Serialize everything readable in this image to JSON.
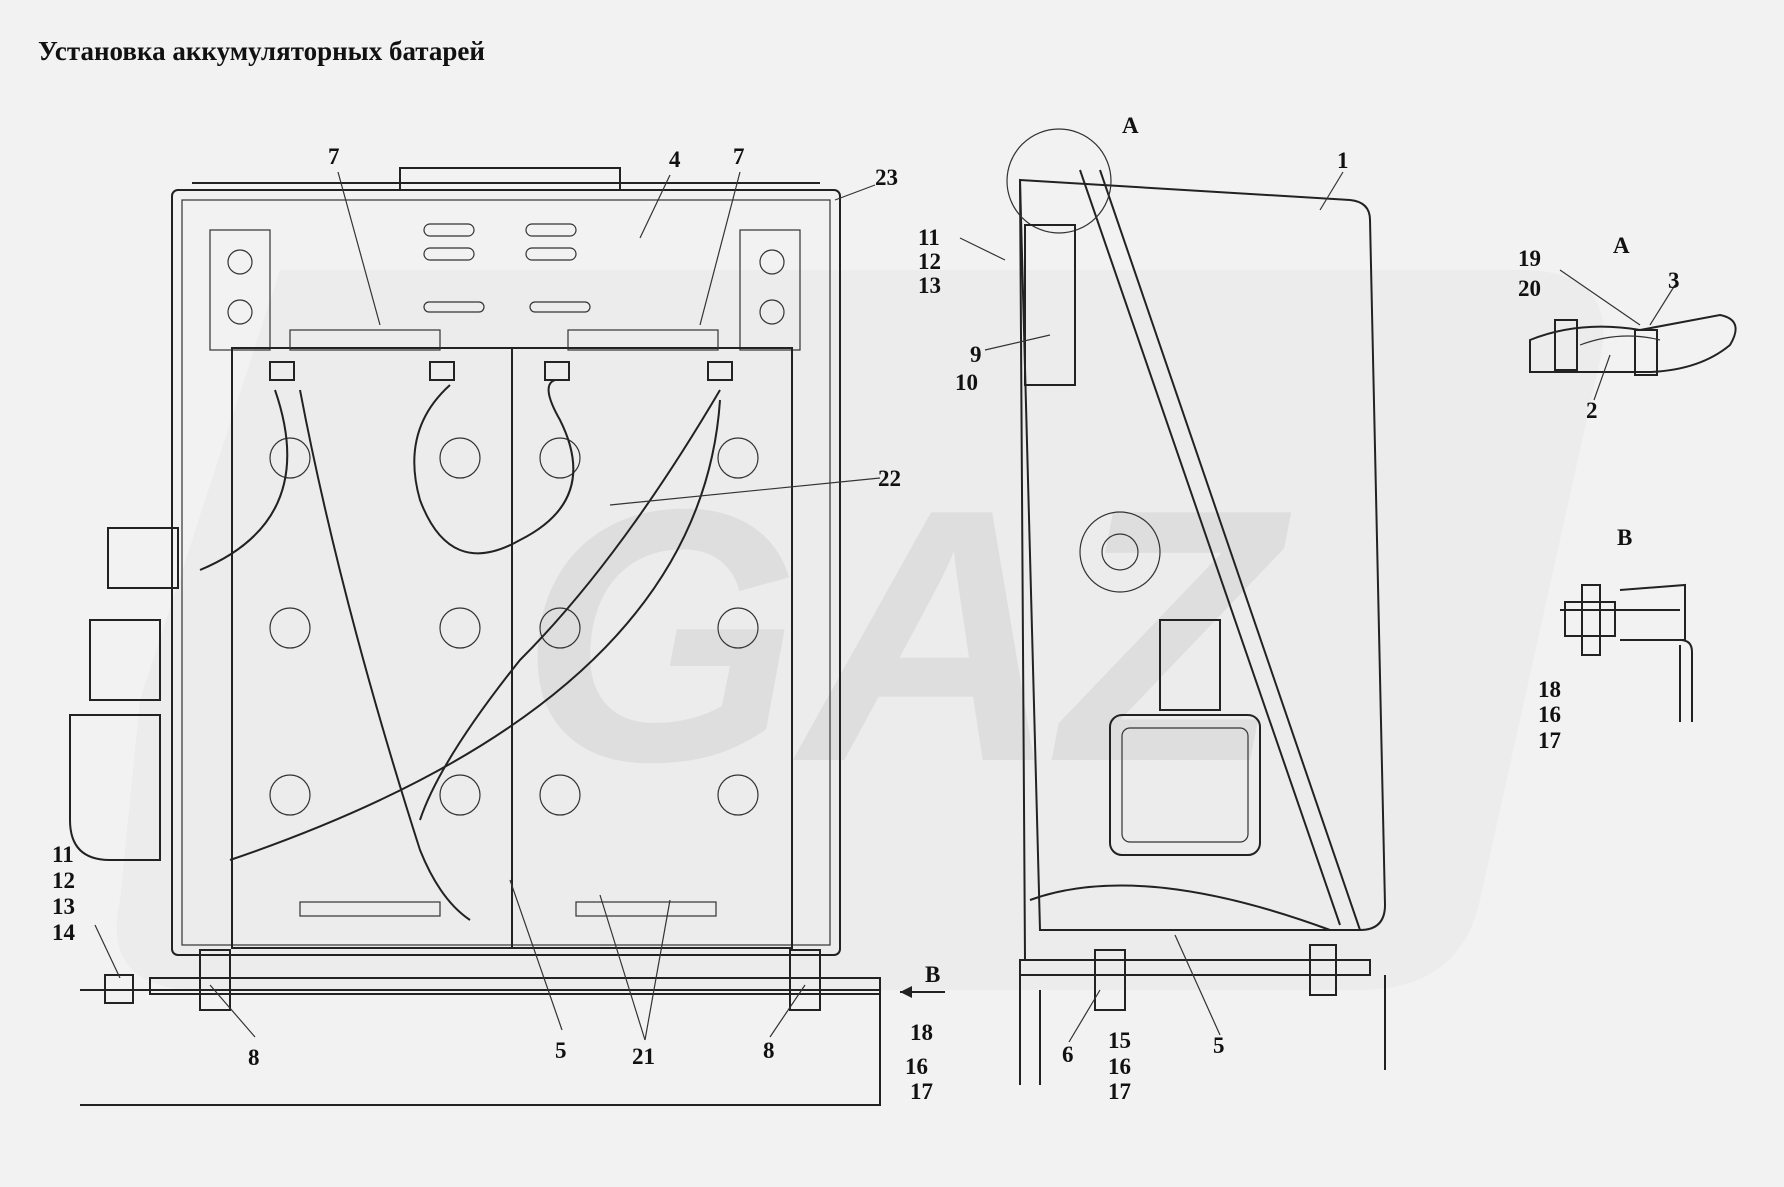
{
  "title": "Установка аккумуляторных батарей",
  "watermark_text": "GAZ",
  "views": {
    "A": "A",
    "B": "B"
  },
  "callouts": [
    {
      "id": "c1",
      "text": "1"
    },
    {
      "id": "c2",
      "text": "2"
    },
    {
      "id": "c3",
      "text": "3"
    },
    {
      "id": "c4",
      "text": "4"
    },
    {
      "id": "c5a",
      "text": "5"
    },
    {
      "id": "c5b",
      "text": "5"
    },
    {
      "id": "c6",
      "text": "6"
    },
    {
      "id": "c7a",
      "text": "7"
    },
    {
      "id": "c7b",
      "text": "7"
    },
    {
      "id": "c8a",
      "text": "8"
    },
    {
      "id": "c8b",
      "text": "8"
    },
    {
      "id": "c9",
      "text": "9"
    },
    {
      "id": "c10",
      "text": "10"
    },
    {
      "id": "c11a",
      "text": "11"
    },
    {
      "id": "c12a",
      "text": "12"
    },
    {
      "id": "c13a",
      "text": "13"
    },
    {
      "id": "c11b",
      "text": "11"
    },
    {
      "id": "c12b",
      "text": "12"
    },
    {
      "id": "c13b",
      "text": "13"
    },
    {
      "id": "c14",
      "text": "14"
    },
    {
      "id": "c15",
      "text": "15"
    },
    {
      "id": "c16a",
      "text": "16"
    },
    {
      "id": "c17a",
      "text": "17"
    },
    {
      "id": "c16b",
      "text": "16"
    },
    {
      "id": "c17b",
      "text": "17"
    },
    {
      "id": "c16c",
      "text": "16"
    },
    {
      "id": "c17c",
      "text": "17"
    },
    {
      "id": "c18a",
      "text": "18"
    },
    {
      "id": "c18b",
      "text": "18"
    },
    {
      "id": "c19",
      "text": "19"
    },
    {
      "id": "c20",
      "text": "20"
    },
    {
      "id": "c21",
      "text": "21"
    },
    {
      "id": "c22",
      "text": "22"
    },
    {
      "id": "c23",
      "text": "23"
    }
  ]
}
